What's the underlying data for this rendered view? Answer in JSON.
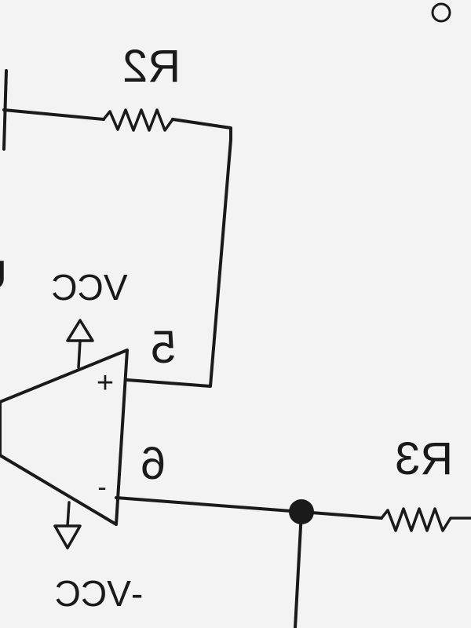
{
  "diagram": {
    "type": "op-amp circuit schematic (mirrored view)",
    "labels": {
      "r2": "R2",
      "r3": "R3",
      "vcc": "VCC",
      "neg_vcc": "-VCC",
      "pin5": "5",
      "pin6": "6",
      "plus": "+",
      "minus": "-",
      "partial_letter": "U"
    },
    "components": [
      {
        "name": "R2",
        "kind": "resistor"
      },
      {
        "name": "R3",
        "kind": "resistor"
      },
      {
        "name": "op-amp",
        "kind": "operational amplifier",
        "pins": [
          "5",
          "6"
        ]
      }
    ],
    "colors": {
      "ink": "#1a1a1a",
      "paper": "#f3f3f3"
    }
  }
}
